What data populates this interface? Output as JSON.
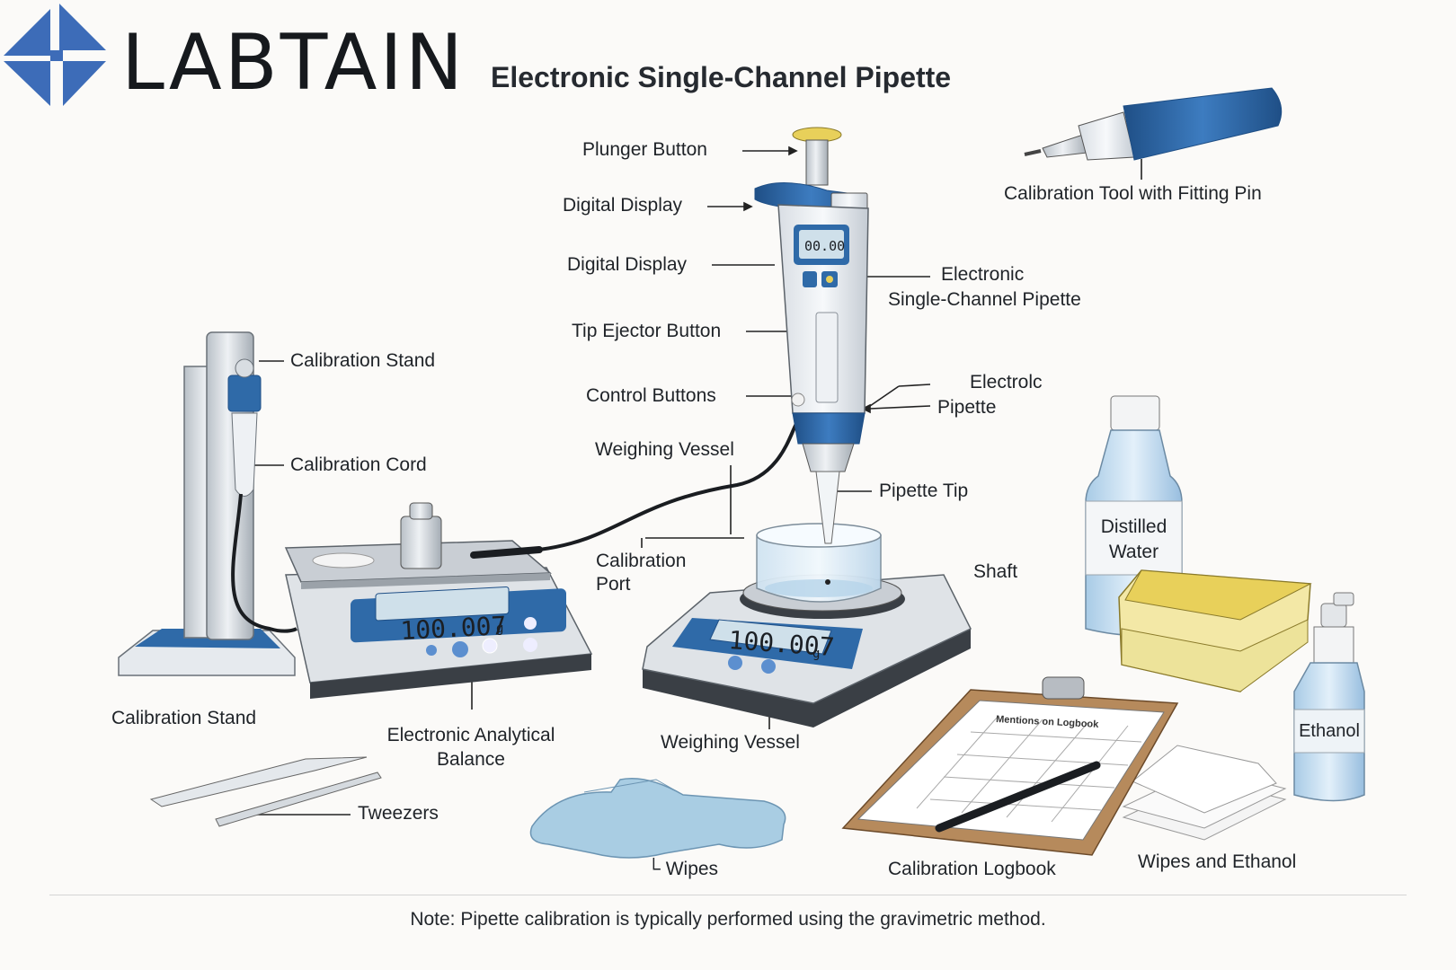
{
  "brand": {
    "name": "LABTAIN",
    "logo": "labtain-cross-logo",
    "logo_color": "#3d6cb8"
  },
  "title": "Electronic Single-Channel Pipette",
  "displays": {
    "pipette_readout": "00.00",
    "balance_left_readout": "100.007",
    "balance_left_unit": "g",
    "balance_center_readout": "100.007",
    "balance_center_unit": "g"
  },
  "labels": {
    "plunger_button": "Plunger Button",
    "digital_display_1": "Digital Display",
    "digital_display_2": "Digital Display",
    "tip_ejector_button": "Tip Ejector Button",
    "control_buttons": "Control Buttons",
    "weighing_vessel_top": "Weighing Vessel",
    "calibration_port_1": "Calibration",
    "calibration_port_2": "Port",
    "calibration_tool": "Calibration Tool with Fitting Pin",
    "electronic_pipette_1": "Electronic",
    "electronic_pipette_2": "Single-Channel Pipette",
    "electrolc_pipette_1": "Electrolc",
    "electrolc_pipette_2": "Pipette",
    "pipette_tip": "Pipette Tip",
    "shaft": "Shaft",
    "calibration_stand_top": "Calibration Stand",
    "calibration_cord": "Calibration Cord",
    "calibration_stand_bottom": "Calibration Stand",
    "analytical_balance_1": "Electronic Analytical",
    "analytical_balance_2": "Balance",
    "weighing_vessel_bottom": "Weighing Vessel",
    "tweezers": "Tweezers",
    "wipes": "└ Wipes",
    "calibration_logbook": "Calibration Logbook",
    "wipes_ethanol": "Wipes and Ethanol",
    "distilled_water_1": "Distilled",
    "distilled_water_2": "Water",
    "ethanol": "Ethanol",
    "logbook_header": "Mentions on Logbook"
  },
  "note": "Note: Pipette calibration is typically performed  using the gravimetric method.",
  "colors": {
    "accent_blue": "#2f6aa8",
    "dark_blue": "#1f4f86",
    "lcd_bg": "#cfe0ea",
    "tip_yellow": "#e8d05a",
    "glove_blue": "#a9cde3"
  }
}
